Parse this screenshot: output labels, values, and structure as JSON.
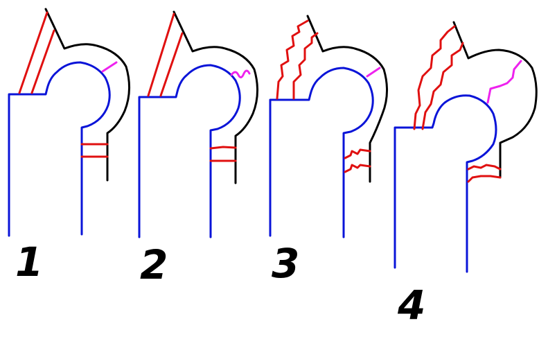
{
  "figure": {
    "stages": [
      {
        "label": "1"
      },
      {
        "label": "2"
      },
      {
        "label": "3"
      },
      {
        "label": "4"
      }
    ],
    "colors": {
      "outer_profile": "#000000",
      "inner_profile": "#0a14d8",
      "crack_lines": "#e01010",
      "neck_line": "#ee22ee"
    }
  }
}
